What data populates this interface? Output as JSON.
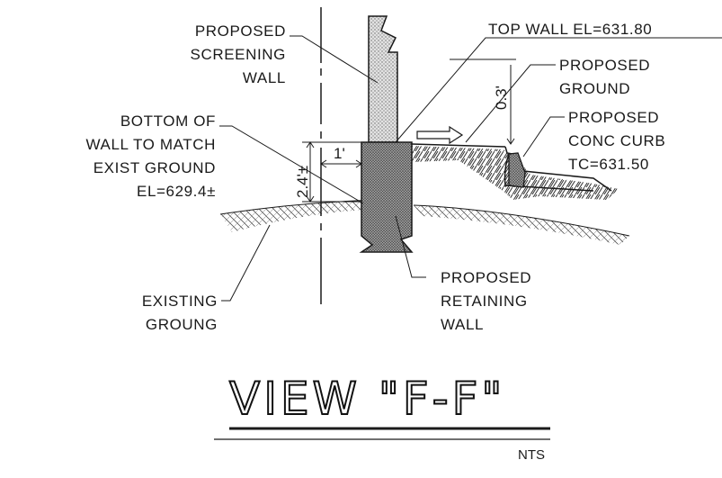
{
  "labels": {
    "screening_wall": [
      "PROPOSED",
      "SCREENING",
      "WALL"
    ],
    "top_wall": "TOP WALL EL=631.80",
    "proposed_ground": [
      "PROPOSED",
      "GROUND"
    ],
    "bottom_of_wall": [
      "BOTTOM OF",
      "WALL TO MATCH",
      "EXIST GROUND",
      "EL=629.4±"
    ],
    "conc_curb": [
      "PROPOSED",
      "CONC CURB",
      "TC=631.50"
    ],
    "existing_ground": [
      "EXISTING",
      "GROUNG"
    ],
    "retaining_wall": [
      "PROPOSED",
      "RETAINING",
      "WALL"
    ]
  },
  "dimensions": {
    "height": "2.4'±",
    "offset": "1'",
    "rise": "0.3'"
  },
  "title": {
    "main": "VIEW \"F-F\"",
    "scale": "NTS"
  },
  "colors": {
    "ink": "#1a1a1a",
    "wall_fill_light": "#d6d6d6",
    "wall_fill_dark": "#8f8f8f"
  }
}
